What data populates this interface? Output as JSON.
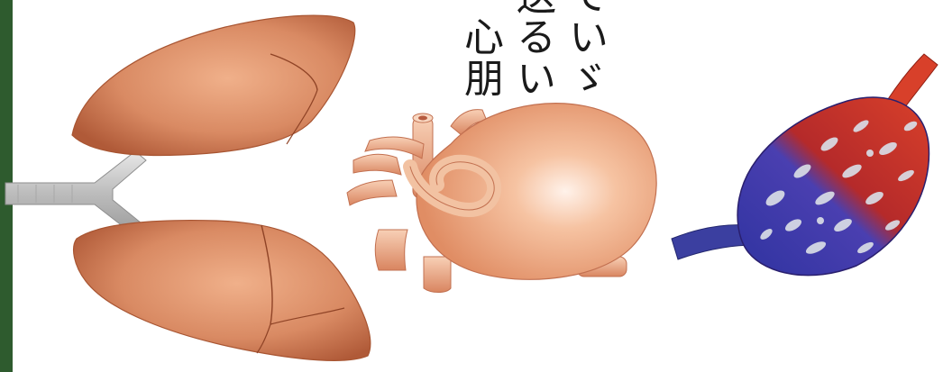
{
  "text_lines": [
    "心朋",
    "送るい",
    "ていゞ"
  ],
  "colors": {
    "panel_green": "#2e5b2e",
    "lung": "#d98a63",
    "lung_dark": "#b85f3d",
    "trachea": "#c8c8c8",
    "heart": "#f1b08a",
    "vein_blue": "#3b3fa0",
    "artery_red": "#c8301f"
  },
  "illustrations": [
    "lungs",
    "heart",
    "alveolus"
  ]
}
